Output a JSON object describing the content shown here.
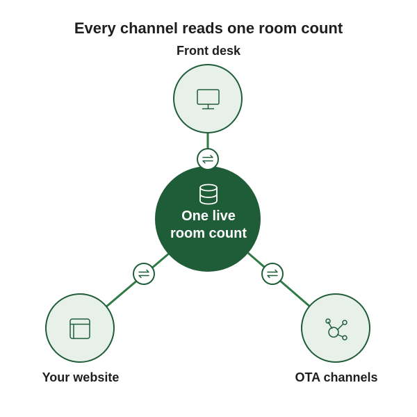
{
  "title": "Every channel reads one room count",
  "hub": {
    "line1": "One live",
    "line2": "room count",
    "icon": "database-icon"
  },
  "nodes": [
    {
      "label": "Front desk",
      "icon": "monitor-icon"
    },
    {
      "label": "Your website",
      "icon": "browser-window-icon"
    },
    {
      "label": "OTA channels",
      "icon": "network-share-icon"
    }
  ],
  "connector_icon": "sync-arrows-icon",
  "colors": {
    "dark_green": "#1f5c38",
    "line_green": "#2f7a45",
    "node_fill": "#e7f1e9",
    "node_stroke": "#1f5c38",
    "text": "#1e1e1e"
  }
}
